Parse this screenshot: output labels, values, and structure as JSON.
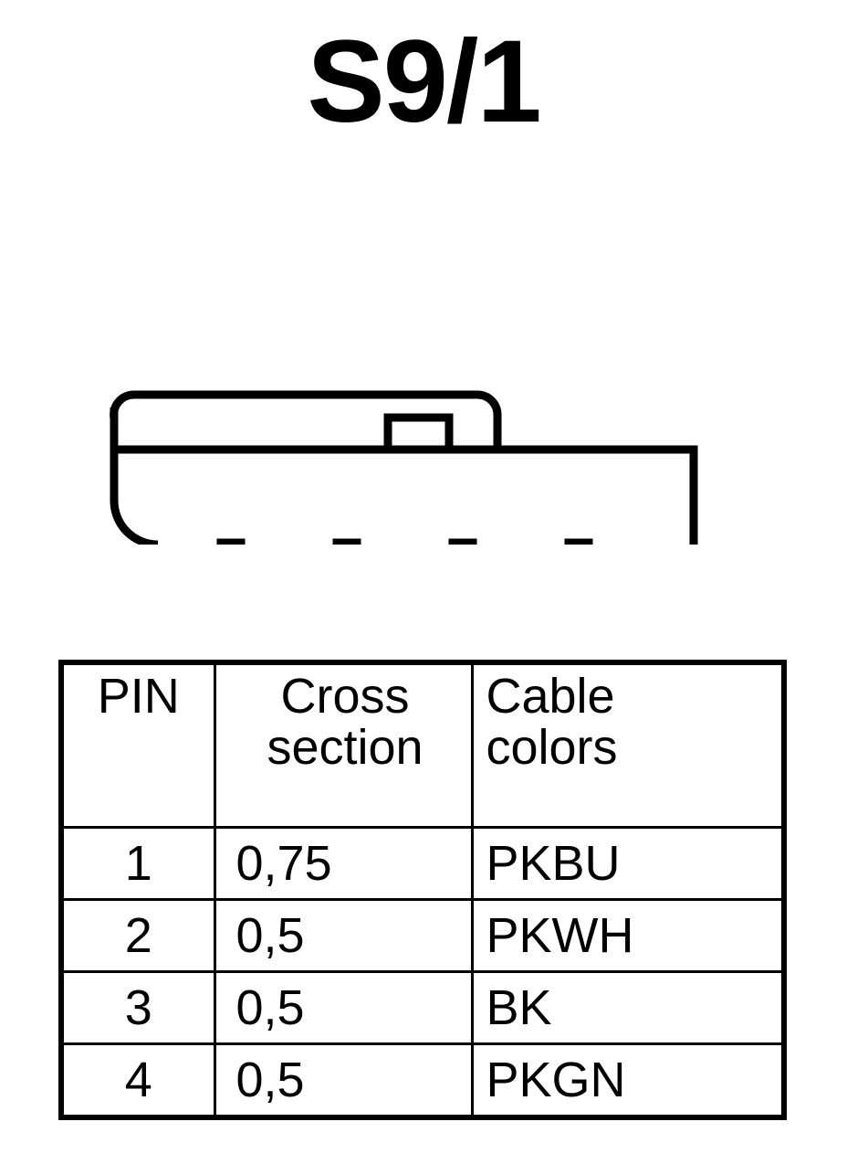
{
  "title": "S9/1",
  "connector": {
    "pin_count": 4,
    "pins": [
      {
        "number": "1",
        "style": "solid"
      },
      {
        "number": "2",
        "style": "solid"
      },
      {
        "number": "3",
        "style": "outline"
      },
      {
        "number": "4",
        "style": "solid"
      }
    ],
    "line_color": "#000000",
    "fill_color": "#ffffff"
  },
  "table": {
    "headers": {
      "pin": "PIN",
      "cross_line1": "Cross",
      "cross_line2": "section",
      "color_line1": "Cable",
      "color_line2": "colors"
    },
    "rows": [
      {
        "pin": "1",
        "cross_section": "0,75",
        "cable_color": "PKBU"
      },
      {
        "pin": "2",
        "cross_section": "0,5",
        "cable_color": "PKWH"
      },
      {
        "pin": "3",
        "cross_section": "0,5",
        "cable_color": "BK"
      },
      {
        "pin": "4",
        "cross_section": "0,5",
        "cable_color": "PKGN"
      }
    ]
  }
}
